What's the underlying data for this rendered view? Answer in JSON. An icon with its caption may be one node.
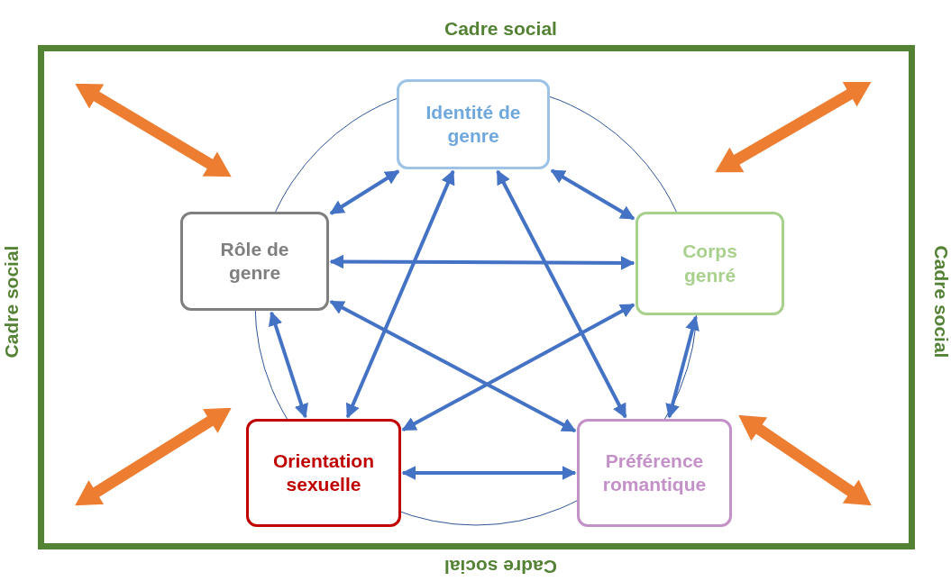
{
  "diagram": {
    "nodes": [
      {
        "text": [
          "Cadre social",
          "Cadre social",
          "Cadre social",
          "Cadre social"
        ]
      },
      {
        "text": [
          "Identité de genre"
        ],
        "in": 0
      },
      {
        "text": [
          "Rôle de genre"
        ],
        "in": 0
      },
      {
        "text": [
          "Corps genré"
        ],
        "in": 0
      },
      {
        "text": [
          "Orientation sexuelle"
        ],
        "in": 0
      },
      {
        "text": [
          "Préférence romantique"
        ],
        "in": 0
      }
    ],
    "edges": [
      {
        "from": 1,
        "to": 2,
        "arrow": "both"
      },
      {
        "from": 1,
        "to": 3,
        "arrow": "both"
      },
      {
        "from": 1,
        "to": 4,
        "arrow": "both"
      },
      {
        "from": 1,
        "to": 5,
        "arrow": "both"
      },
      {
        "from": 2,
        "to": 3,
        "arrow": "both"
      },
      {
        "from": 2,
        "to": 4,
        "arrow": "both"
      },
      {
        "from": 2,
        "to": 5,
        "arrow": "both"
      },
      {
        "from": 3,
        "to": 4,
        "arrow": "both"
      },
      {
        "from": 3,
        "to": 5,
        "arrow": "both"
      },
      {
        "from": 4,
        "to": 5,
        "arrow": "both"
      }
    ]
  }
}
